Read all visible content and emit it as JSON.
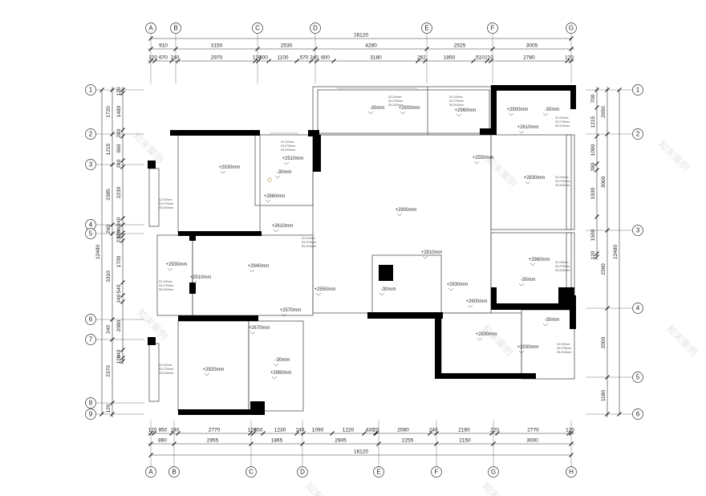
{
  "axes": {
    "top": [
      "A",
      "B",
      "C",
      "D",
      "E",
      "F",
      "G"
    ],
    "bottom": [
      "A",
      "B",
      "C",
      "D",
      "E",
      "F",
      "G",
      "H"
    ],
    "left": [
      "1",
      "2",
      "3",
      "4",
      "5",
      "6",
      "7",
      "8",
      "9"
    ],
    "right": [
      "1",
      "2",
      "3",
      "4",
      "5",
      "6"
    ]
  },
  "dimensions": {
    "top_total": "16120",
    "top_mid": [
      "910",
      "3150",
      "2530",
      "4280",
      "2525",
      "3005"
    ],
    "top_detail": [
      "120",
      "670",
      "240",
      "2970",
      "120",
      "400",
      "1100",
      "570",
      "240",
      "600",
      "3180",
      "262",
      "1850",
      "510",
      "210",
      "2780",
      "120"
    ],
    "bottom_detail": [
      "120",
      "850",
      "240",
      "2770",
      "120",
      "450",
      "1230",
      "240",
      "1090",
      "1220",
      "430",
      "20",
      "2080",
      "240",
      "2160",
      "220",
      "2770",
      "120"
    ],
    "bottom_mid": [
      "890",
      "2955",
      "1865",
      "2905",
      "2255",
      "2150",
      "3000"
    ],
    "bottom_total": "16120",
    "left_detail": [
      "120",
      "1480",
      "240",
      "960",
      "240",
      "2230",
      "240",
      "360",
      "120",
      "230",
      "1700",
      "540",
      "240",
      "2080",
      "340",
      "120"
    ],
    "left_mid": [
      "1720",
      "1215",
      "2385",
      "260",
      "3310",
      "240",
      "2370",
      "120"
    ],
    "left_total": "12480",
    "right_detail": [
      "700",
      "1215",
      "1090",
      "280",
      "1930",
      "1500",
      "120"
    ],
    "right_mid": [
      "2050",
      "3060",
      "2360",
      "2050",
      "1180"
    ],
    "right_total": "12480"
  },
  "elevations": [
    "-30mm",
    "+2900mm",
    "+2960mm",
    "+2900mm",
    "-30mm",
    "+2610mm",
    "+2550mm",
    "+2930mm",
    "+2510mm",
    "-30mm",
    "+2860mm",
    "+2900mm",
    "+2830mm",
    "+2610mm",
    "+2930mm",
    "+2510mm",
    "+2940mm",
    "+2810mm",
    "-30mm",
    "+2960mm",
    "-30mm",
    "+2930mm",
    "+2550mm",
    "+2570mm",
    "+2600mm",
    "-30mm",
    "+2800mm",
    "+2670mm",
    "-30mm",
    "+2960mm",
    "+2920mm",
    "+2930mm"
  ],
  "room_notes": [
    "S2:240mm",
    "S3:2790mm",
    "S5:2040mm"
  ],
  "watermark": "知末案例",
  "colors": {
    "wall": "#000000",
    "line": "#555555",
    "background": "#ffffff"
  }
}
